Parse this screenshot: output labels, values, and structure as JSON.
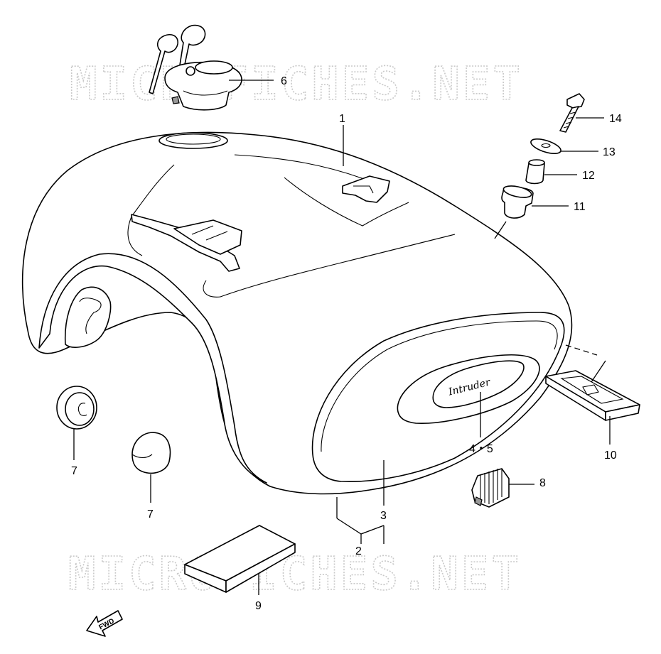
{
  "watermark": {
    "top_text": "MICROFICHES.NET",
    "bottom_text": "MICROFICHES.NET"
  },
  "fwd_label": "FWD",
  "callouts": {
    "c1": "1",
    "c2": "2",
    "c3": "3",
    "c45": "4・5",
    "c6": "6",
    "c7a": "7",
    "c7b": "7",
    "c8": "8",
    "c9": "9",
    "c10": "10",
    "c11": "11",
    "c12": "12",
    "c13": "13",
    "c14": "14"
  },
  "emblem_text": "Intruder"
}
